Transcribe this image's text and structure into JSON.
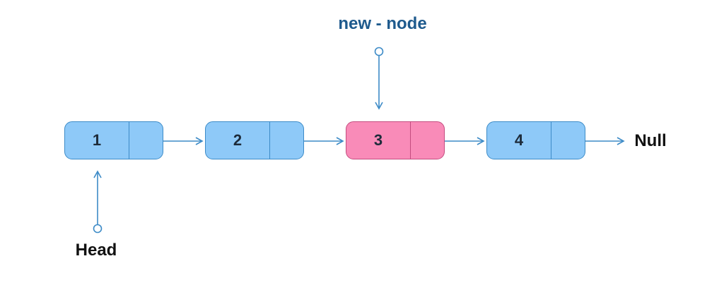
{
  "nodes": [
    {
      "value": "1",
      "highlight": false
    },
    {
      "value": "2",
      "highlight": false
    },
    {
      "value": "3",
      "highlight": true
    },
    {
      "value": "4",
      "highlight": false
    }
  ],
  "labels": {
    "new_node": "new - node",
    "head": "Head",
    "null": "Null"
  },
  "colors": {
    "node_fill": "#8ec9f8",
    "highlight_fill": "#f98bb8",
    "wire": "#3d8bc7"
  }
}
